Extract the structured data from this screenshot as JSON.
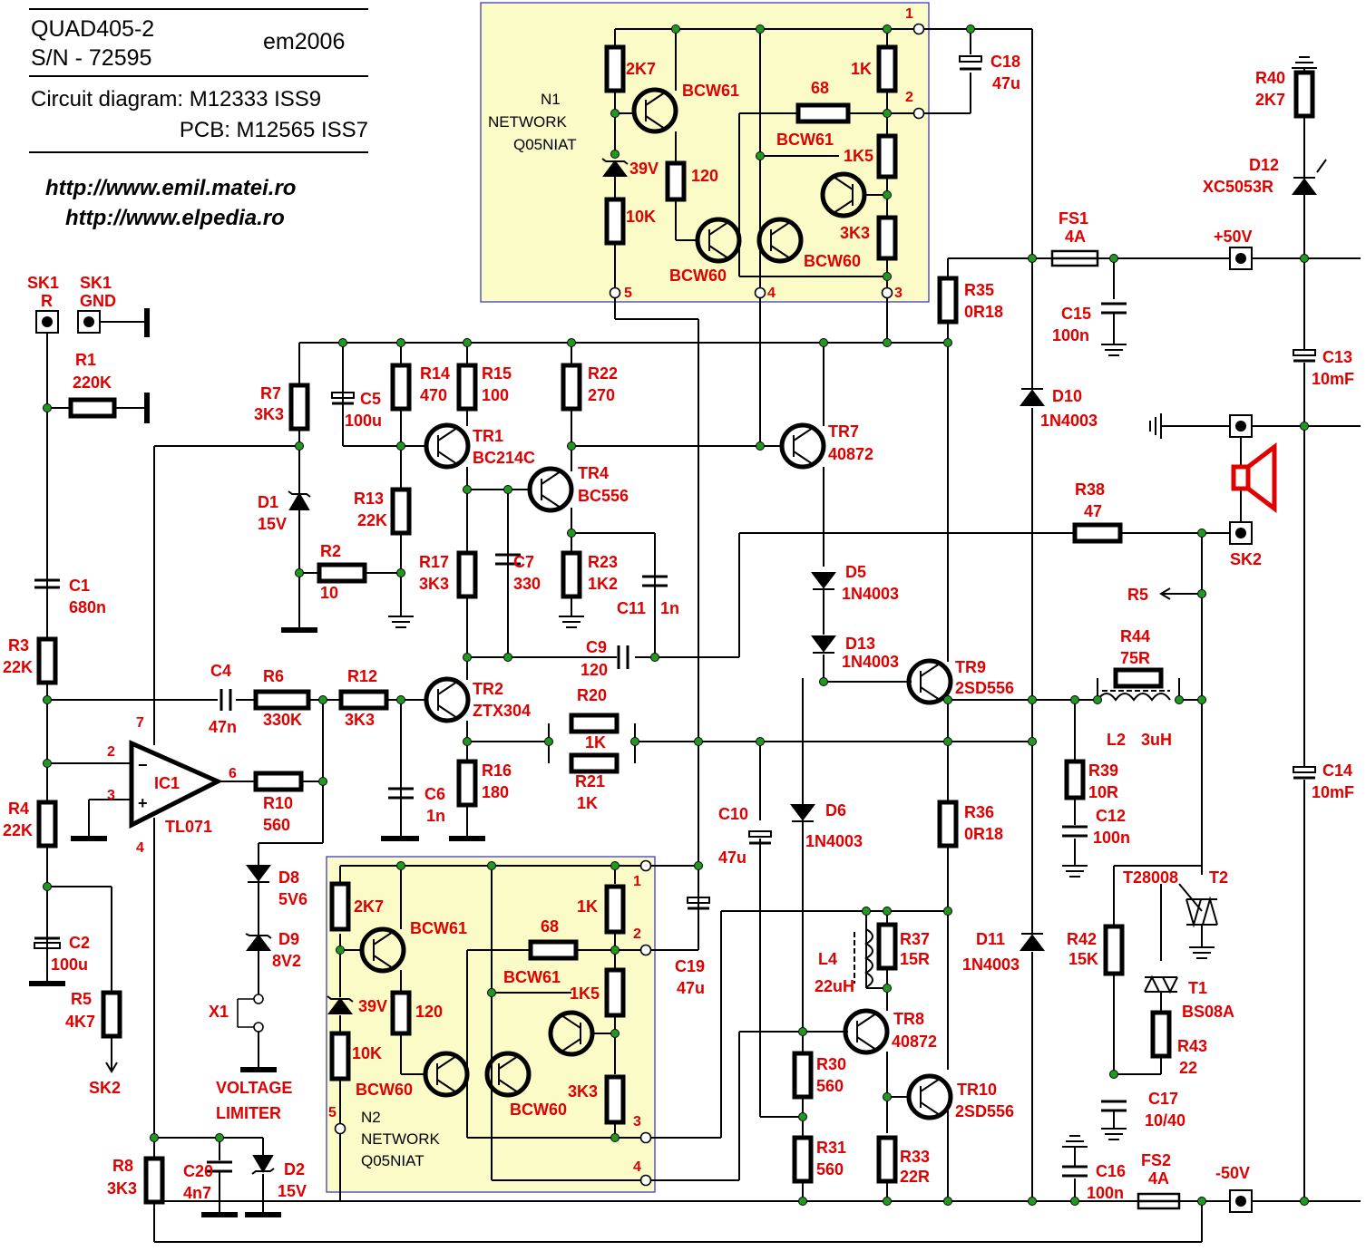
{
  "header": {
    "model": "QUAD405-2",
    "serial": "S/N - 72595",
    "author": "em2006",
    "circuit_diagram": "Circuit diagram: M12333 ISS9",
    "pcb": "PCB: M12565 ISS7",
    "url1": "http://www.emil.matei.ro",
    "url2": "http://www.elpedia.ro"
  },
  "networks": {
    "n1": {
      "l1": "N1",
      "l2": "NETWORK",
      "l3": "Q05NIAT"
    },
    "n2": {
      "l1": "N2",
      "l2": "NETWORK",
      "l3": "Q05NIAT"
    }
  },
  "connectors": {
    "sk1r": [
      "SK1",
      "R"
    ],
    "sk1gnd": [
      "SK1",
      "GND"
    ],
    "sk2": "SK2",
    "sk2_ref": "SK2",
    "x1": "X1",
    "limiter": [
      "VOLTAGE",
      "LIMITER"
    ]
  },
  "rails": {
    "plus": "+50V",
    "minus": "-50V",
    "r5_ref": "R5"
  },
  "components": {
    "R1": [
      "R1",
      "220K"
    ],
    "R2": [
      "R2",
      "10"
    ],
    "R3": [
      "R3",
      "22K"
    ],
    "R4": [
      "R4",
      "22K"
    ],
    "R5": [
      "R5",
      "4K7"
    ],
    "R6": [
      "R6",
      "330K"
    ],
    "R7": [
      "R7",
      "3K3"
    ],
    "R8": [
      "R8",
      "3K3"
    ],
    "R10": [
      "R10",
      "560"
    ],
    "R12": [
      "R12",
      "3K3"
    ],
    "R13": [
      "R13",
      "22K"
    ],
    "R14": [
      "R14",
      "470"
    ],
    "R15": [
      "R15",
      "100"
    ],
    "R16": [
      "R16",
      "180"
    ],
    "R17": [
      "R17",
      "3K3"
    ],
    "R20": [
      "R20",
      "1K"
    ],
    "R21": [
      "R21",
      "1K"
    ],
    "R22": [
      "R22",
      "270"
    ],
    "R23": [
      "R23",
      "1K2"
    ],
    "R30": [
      "R30",
      "560"
    ],
    "R31": [
      "R31",
      "560"
    ],
    "R33": [
      "R33",
      "22R"
    ],
    "R35": [
      "R35",
      "0R18"
    ],
    "R36": [
      "R36",
      "0R18"
    ],
    "R37": [
      "R37",
      "15R"
    ],
    "R38": [
      "R38",
      "47"
    ],
    "R39": [
      "R39",
      "10R"
    ],
    "R40": [
      "R40",
      "2K7"
    ],
    "R42": [
      "R42",
      "15K"
    ],
    "R43": [
      "R43",
      "22"
    ],
    "R44": [
      "R44",
      "75R"
    ],
    "C1": [
      "C1",
      "680n"
    ],
    "C2": [
      "C2",
      "100u"
    ],
    "C4": [
      "C4",
      "47n"
    ],
    "C5": [
      "C5",
      "100u"
    ],
    "C6": [
      "C6",
      "1n"
    ],
    "C7": [
      "C7",
      "330"
    ],
    "C9": [
      "C9",
      "120"
    ],
    "C10": [
      "C10",
      "47u"
    ],
    "C11": [
      "C11",
      "1n"
    ],
    "C12": [
      "C12",
      "100n"
    ],
    "C13": [
      "C13",
      "10mF"
    ],
    "C14": [
      "C14",
      "10mF"
    ],
    "C15": [
      "C15",
      "100n"
    ],
    "C16": [
      "C16",
      "100n"
    ],
    "C17": [
      "C17",
      "10/40"
    ],
    "C18": [
      "C18",
      "47u"
    ],
    "C19": [
      "C19",
      "47u"
    ],
    "C20": [
      "C20",
      "4n7"
    ],
    "D1": [
      "D1",
      "15V"
    ],
    "D2": [
      "D2",
      "15V"
    ],
    "D5": [
      "D5",
      "1N4003"
    ],
    "D6": [
      "D6",
      "1N4003"
    ],
    "D8": [
      "D8",
      "5V6"
    ],
    "D9": [
      "D9",
      "8V2"
    ],
    "D10": [
      "D10",
      "1N4003"
    ],
    "D11": [
      "D11",
      "1N4003"
    ],
    "D12": [
      "D12",
      "XC5053R"
    ],
    "D13": [
      "D13",
      "1N4003"
    ],
    "TR1": [
      "TR1",
      "BC214C"
    ],
    "TR2": [
      "TR2",
      "ZTX304"
    ],
    "TR4": [
      "TR4",
      "BC556"
    ],
    "TR7": [
      "TR7",
      "40872"
    ],
    "TR8": [
      "TR8",
      "40872"
    ],
    "TR9": [
      "TR9",
      "2SD556"
    ],
    "TR10": [
      "TR10",
      "2SD556"
    ],
    "IC1": [
      "IC1",
      "TL071"
    ],
    "FS1": [
      "FS1",
      "4A"
    ],
    "FS2": [
      "FS2",
      "4A"
    ],
    "L2": [
      "L2",
      "3uH"
    ],
    "L4": [
      "L4",
      "22uH"
    ],
    "T1": [
      "T1",
      "BS08A"
    ],
    "T2": [
      "T2",
      "T28008"
    ]
  },
  "network_parts": {
    "r2k7": "2K7",
    "r10k": "10K",
    "r120": "120",
    "r68": "68",
    "r1k": "1K",
    "r1k5": "1K5",
    "r3k3": "3K3",
    "z39v": "39V",
    "bcw61": "BCW61",
    "bcw60": "BCW60"
  },
  "pins": {
    "p1": "1",
    "p2": "2",
    "p3": "3",
    "p4": "4",
    "p5": "5",
    "p6": "6",
    "p7": "7"
  },
  "colors": {
    "text": "#e00000",
    "junction": "#1f9a1f",
    "network_fill": "#fbfbc8",
    "network_border": "#2d2dbf",
    "speaker": "#e00000"
  }
}
